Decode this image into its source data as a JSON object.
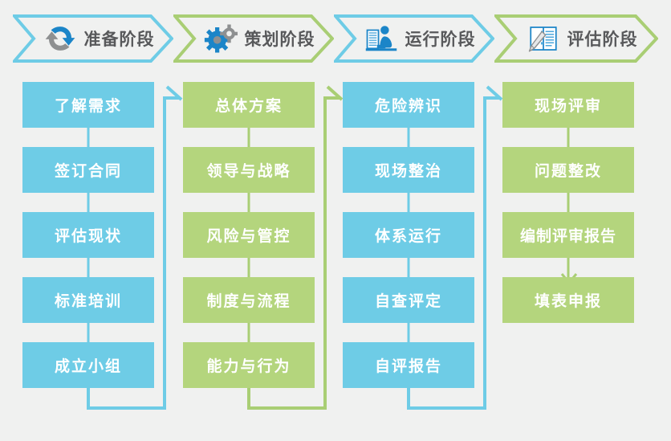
{
  "colors": {
    "background": "#f0f1f0",
    "blue": "#6ECCE6",
    "green": "#B4D57D",
    "blue_line": "#6ECCE6",
    "green_line": "#A9CE74",
    "icon_blue": "#1B85C8",
    "icon_gray": "#8E9091",
    "label_text": "#58595b",
    "box_text": "#ffffff"
  },
  "header": {
    "stages": [
      {
        "label": "准备阶段",
        "icon": "refresh-cycle-icon",
        "accent": "blue"
      },
      {
        "label": "策划阶段",
        "icon": "gears-icon",
        "accent": "green"
      },
      {
        "label": "运行阶段",
        "icon": "person-at-desk-icon",
        "accent": "blue"
      },
      {
        "label": "评估阶段",
        "icon": "pencil-notebook-icon",
        "accent": "green"
      }
    ]
  },
  "columns": [
    {
      "name": "preparation-column",
      "accent": "blue",
      "steps": [
        "了解需求",
        "签订合同",
        "评估现状",
        "标准培训",
        "成立小组"
      ]
    },
    {
      "name": "planning-column",
      "accent": "green",
      "steps": [
        "总体方案",
        "领导与战略",
        "风险与管控",
        "制度与流程",
        "能力与行为"
      ]
    },
    {
      "name": "operation-column",
      "accent": "blue",
      "steps": [
        "危险辨识",
        "现场整治",
        "体系运行",
        "自查评定",
        "自评报告"
      ]
    },
    {
      "name": "evaluation-column",
      "accent": "green",
      "steps": [
        "现场评审",
        "问题整改",
        "编制评审报告",
        "填表申报"
      ]
    }
  ],
  "connectors": [
    {
      "name": "connector-prep-to-planning",
      "color": "blue"
    },
    {
      "name": "connector-planning-to-operation",
      "color": "green"
    },
    {
      "name": "connector-operation-to-evaluation",
      "color": "blue"
    }
  ]
}
